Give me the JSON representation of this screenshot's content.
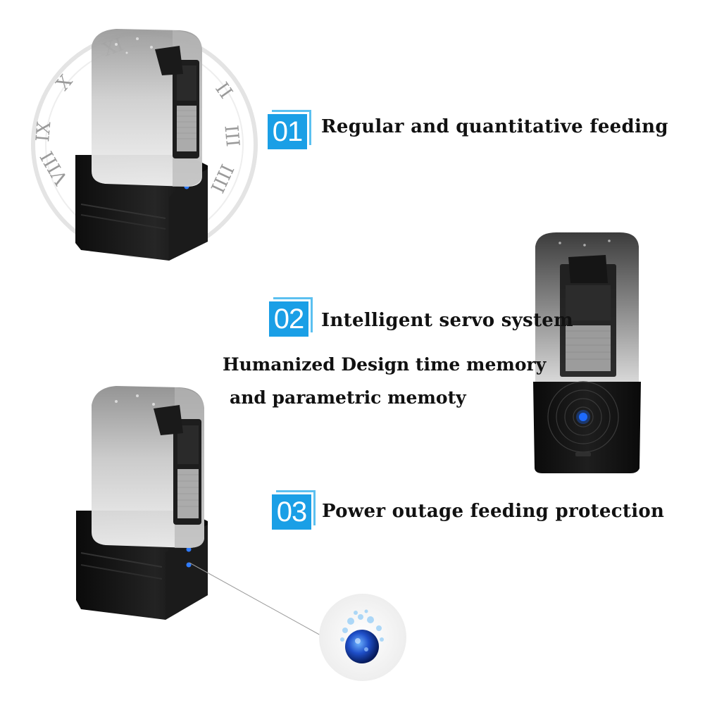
{
  "features": [
    {
      "number": "01",
      "text": "Regular and quantitative feeding"
    },
    {
      "number": "02",
      "text": "Intelligent servo system"
    },
    {
      "number": "03",
      "text": "Power outage feeding protection"
    }
  ],
  "description": {
    "line1": "Humanized Design time memory",
    "line2": "and parametric memoty"
  },
  "clock": {
    "numerals": [
      "X",
      "XI",
      "IX",
      "VIII",
      "II",
      "III",
      "IIII"
    ]
  },
  "colors": {
    "accent": "#1a9fe6",
    "led": "#1e6bff",
    "base": "#141414"
  }
}
